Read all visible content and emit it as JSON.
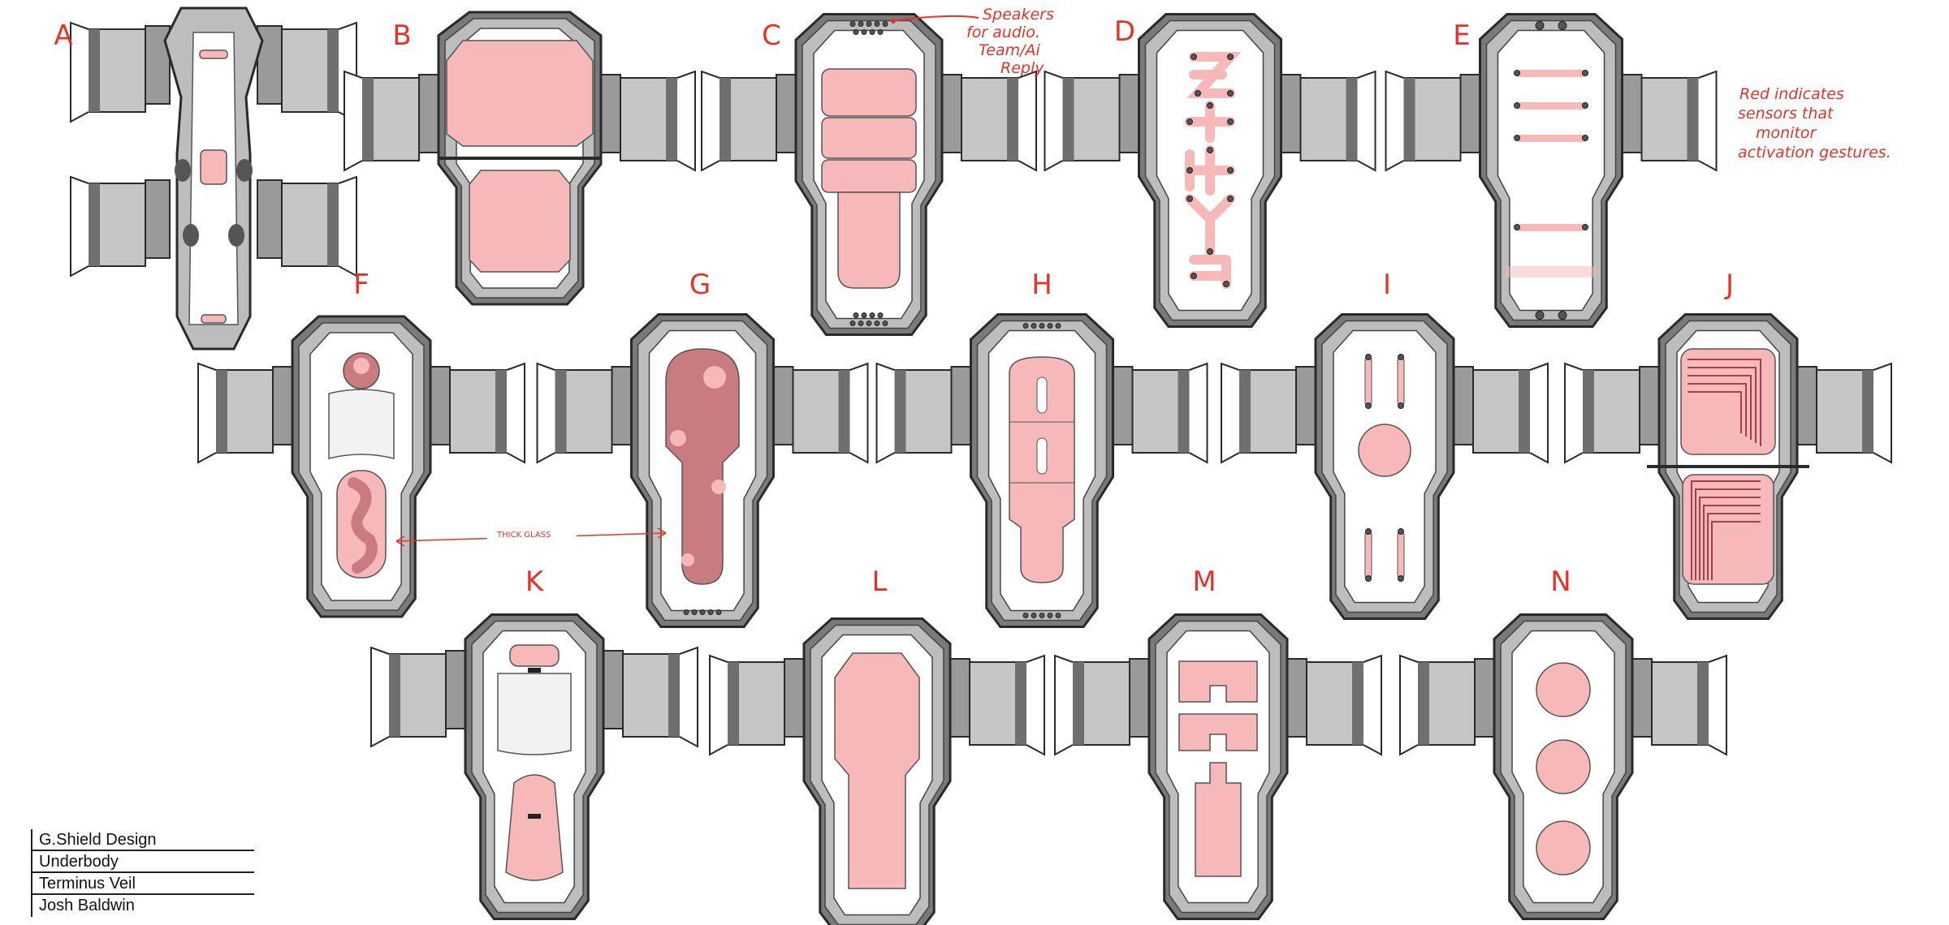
{
  "variants": [
    {
      "label": "A",
      "kind": "a"
    },
    {
      "label": "B",
      "kind": "b"
    },
    {
      "label": "C",
      "kind": "c"
    },
    {
      "label": "D",
      "kind": "d"
    },
    {
      "label": "E",
      "kind": "e"
    },
    {
      "label": "F",
      "kind": "f"
    },
    {
      "label": "G",
      "kind": "g"
    },
    {
      "label": "H",
      "kind": "h"
    },
    {
      "label": "I",
      "kind": "i"
    },
    {
      "label": "J",
      "kind": "j"
    },
    {
      "label": "K",
      "kind": "k"
    },
    {
      "label": "L",
      "kind": "l"
    },
    {
      "label": "M",
      "kind": "m"
    },
    {
      "label": "N",
      "kind": "n"
    }
  ],
  "annotations": {
    "speakers": [
      "Speakers",
      "for audio.",
      "Team/Ai",
      "Reply"
    ],
    "sensors": [
      "Red indicates",
      "sensors that",
      "monitor",
      "activation gestures."
    ],
    "thick_glass": "THICK GLASS"
  },
  "title_block": {
    "design": "G.Shield Design",
    "view": "Underbody",
    "project": "Terminus Veil",
    "author": "Josh Baldwin"
  },
  "colors": {
    "sensor": "#f6b8b8",
    "sensor_dark": "#c87c80",
    "shell": "#bdbdbd",
    "shell_dark": "#7a7a7a",
    "outline": "#2a2a2a",
    "annotation": "#e5332a"
  }
}
